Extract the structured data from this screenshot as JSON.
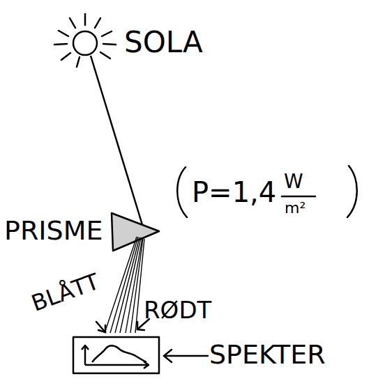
{
  "diagram": {
    "labels": [
      "SOLA",
      "P=1,4",
      "W",
      "m²",
      "PRISME",
      "BLÅTT",
      "RØDT",
      "SPEKTER"
    ]
  }
}
